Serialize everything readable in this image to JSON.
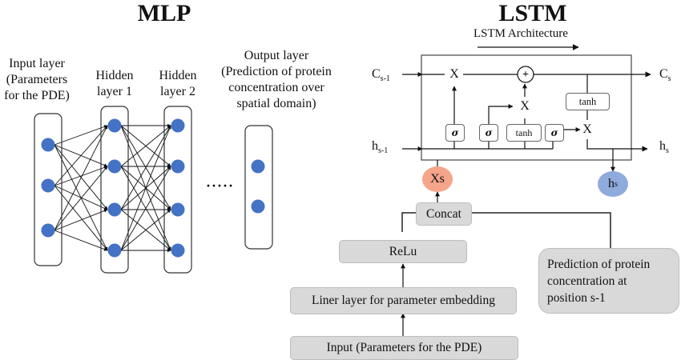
{
  "mlp": {
    "title": "MLP",
    "input_layer_label": [
      "Input layer",
      "(Parameters",
      "for the PDE)"
    ],
    "hidden1_label": [
      "Hidden",
      "layer 1"
    ],
    "hidden2_label": [
      "Hidden",
      "layer 2"
    ],
    "output_layer_label": [
      "Output layer",
      "(Prediction of protein",
      "concentration over",
      "spatial domain)"
    ],
    "ellipsis": "·····",
    "node_color": "#4472C4",
    "layer_sizes": [
      3,
      4,
      4,
      2
    ]
  },
  "lstm": {
    "title": "LSTM",
    "architecture_label": "LSTM Architecture",
    "cell_state_in": {
      "base": "C",
      "sub": "s-1"
    },
    "cell_state_out": {
      "base": "C",
      "sub": "s"
    },
    "hidden_in": {
      "base": "h",
      "sub": "s-1"
    },
    "hidden_out": {
      "base": "h",
      "sub": "s"
    },
    "multiply_symbol": "X",
    "add_symbol": "+",
    "gates": [
      "σ",
      "σ",
      "tanh",
      "σ"
    ],
    "output_tanh": "tanh",
    "xs_node": "Xs",
    "xs_color": "#F4A58A",
    "hs_node": {
      "base": "h",
      "sub": "s"
    },
    "hs_color": "#8FAADC",
    "concat": "Concat",
    "relu": "ReLu",
    "linear": "Liner layer for parameter embedding",
    "input": "Input (Parameters for the PDE)",
    "prediction": [
      "Prediction of protein",
      "concentration at",
      "position s-1"
    ]
  }
}
